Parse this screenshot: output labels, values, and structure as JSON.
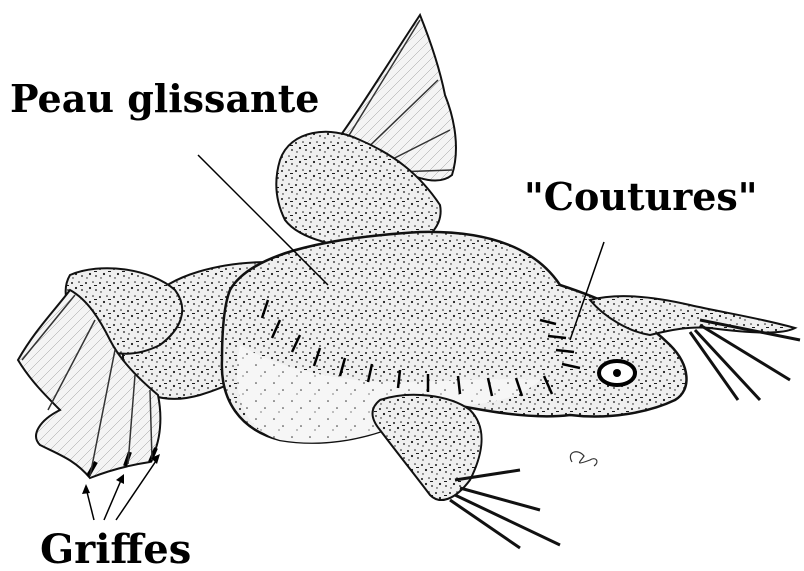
{
  "labels": {
    "skin": "Peau glissante",
    "stitches": "\"Coutures\"",
    "claws": "Griffes"
  },
  "colors": {
    "ink": "#000000",
    "skin": "#f2f2f2",
    "speckle": "#1a1a1a",
    "background": "#ffffff"
  }
}
